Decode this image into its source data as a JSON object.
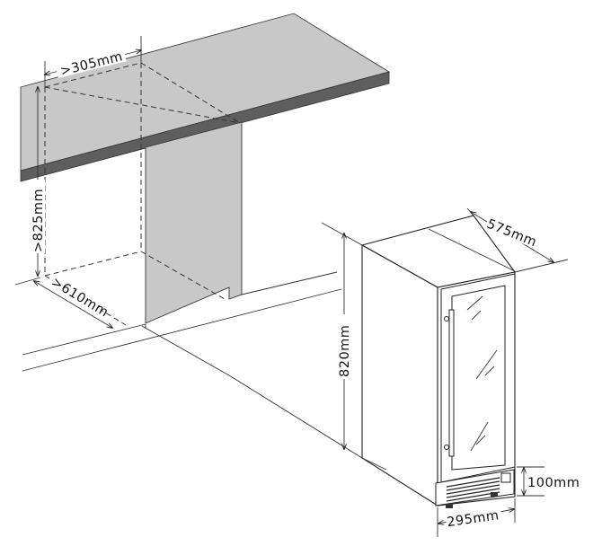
{
  "dimensions": {
    "cutout_width": ">305mm",
    "cutout_height": ">825mm",
    "cutout_depth": ">610mm",
    "unit_height": "820mm",
    "unit_depth": "575mm",
    "unit_width": "295mm",
    "kickplate_height": "100mm"
  },
  "colors": {
    "countertop": "#c8c8c8",
    "countertop_edge": "#5e5e5e",
    "panel": "#c8c8c8",
    "line": "#222222"
  }
}
